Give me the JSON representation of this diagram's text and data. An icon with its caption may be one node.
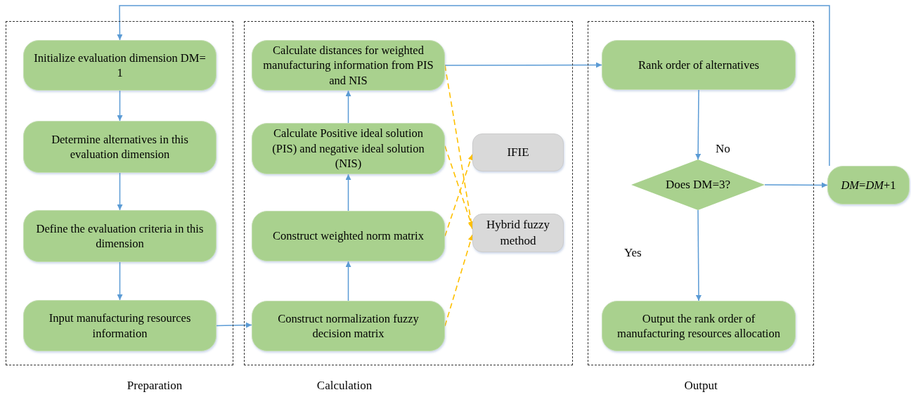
{
  "diagram": {
    "nodes": [
      {
        "text": [
          "Preparation"
        ]
      },
      {
        "text": [
          "Initialize evaluation dimension DM= 1"
        ],
        "in": 0
      },
      {
        "text": [
          "Determine alternatives in this evaluation dimension"
        ],
        "in": 0
      },
      {
        "text": [
          "Define the evaluation criteria in this dimension"
        ],
        "in": 0
      },
      {
        "text": [
          "Input manufacturing resources information"
        ],
        "in": 0
      },
      {
        "text": [
          "Calculation"
        ]
      },
      {
        "text": [
          "Calculate distances for weighted manufacturing information from  PIS and NIS"
        ],
        "in": 5
      },
      {
        "text": [
          "Calculate Positive ideal solution (PIS) and negative ideal solution (NIS)"
        ],
        "in": 5
      },
      {
        "text": [
          "Construct weighted norm matrix"
        ],
        "in": 5
      },
      {
        "text": [
          "Construct normalization fuzzy decision matrix"
        ],
        "in": 5
      },
      {
        "text": [
          "IFIE"
        ],
        "in": 5
      },
      {
        "text": [
          "Hybrid fuzzy method"
        ],
        "in": 5
      },
      {
        "text": [
          "Output"
        ]
      },
      {
        "text": [
          "Rank order of alternatives"
        ],
        "in": 12
      },
      {
        "text": [
          "Does DM=3?"
        ],
        "in": 12
      },
      {
        "text": [
          "Output the rank order of manufacturing resources allocation"
        ],
        "in": 12
      },
      {
        "text": [
          "*DM*=*DM*+1"
        ]
      }
    ],
    "edges": [
      {
        "from": 1,
        "to": 2,
        "arrow": "to"
      },
      {
        "from": 2,
        "to": 3,
        "arrow": "to"
      },
      {
        "from": 3,
        "to": 4,
        "arrow": "to"
      },
      {
        "from": 4,
        "to": 9,
        "arrow": "to"
      },
      {
        "from": 9,
        "to": 8,
        "arrow": "to"
      },
      {
        "from": 8,
        "to": 7,
        "arrow": "to"
      },
      {
        "from": 7,
        "to": 6,
        "arrow": "to"
      },
      {
        "from": 6,
        "to": 13,
        "arrow": "to"
      },
      {
        "from": 13,
        "to": 14,
        "arrow": "to"
      },
      {
        "from": 14,
        "to": 15,
        "arrow": "to"
      },
      {
        "from": 14,
        "to": 16,
        "arrow": "to"
      },
      {
        "from": 16,
        "to": 1,
        "arrow": "to"
      },
      {
        "from": 6,
        "to": 11,
        "arrow": "to",
        "style": "dashed",
        "color": "#ffc000"
      },
      {
        "from": 7,
        "to": 11,
        "arrow": "to",
        "style": "dashed",
        "color": "#ffc000"
      },
      {
        "from": 8,
        "to": 10,
        "arrow": "to",
        "style": "dashed",
        "color": "#ffc000"
      },
      {
        "from": 9,
        "to": 11,
        "arrow": "to",
        "style": "dashed",
        "color": "#ffc000"
      }
    ],
    "labels": [
      "No",
      "Yes"
    ]
  }
}
